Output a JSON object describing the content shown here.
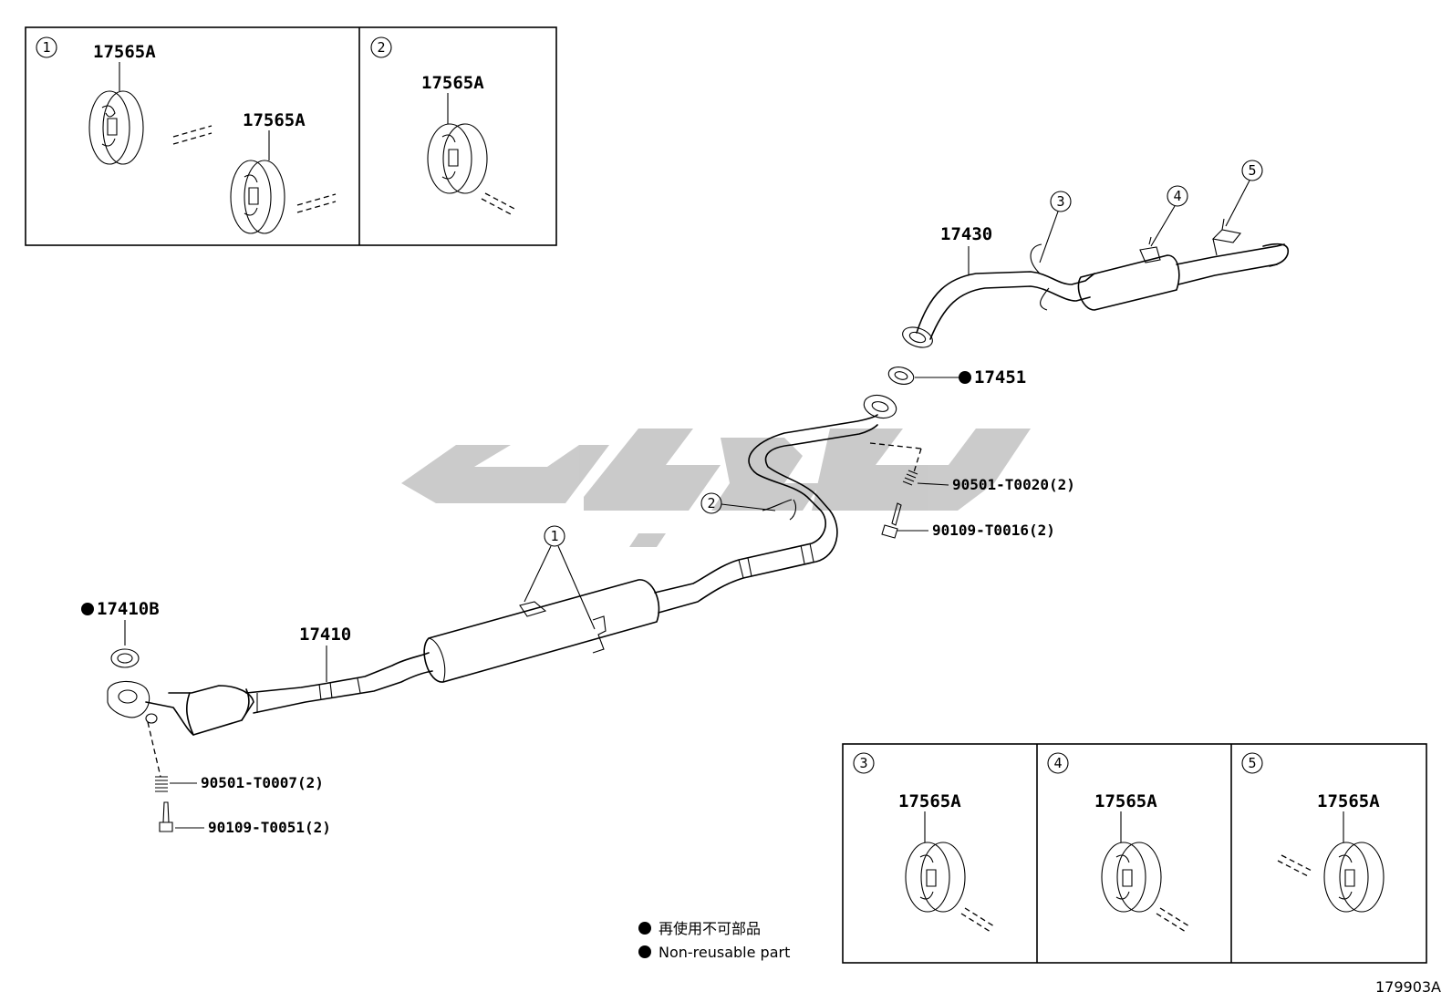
{
  "parts": {
    "front_pipe": "17410",
    "front_gasket": "17410B",
    "tail_pipe": "17430",
    "tail_gasket": "17451",
    "hanger": "17565A",
    "spring_front": "90501-T0007(2)",
    "bolt_front": "90109-T0051(2)",
    "spring_rear": "90501-T0020(2)",
    "bolt_rear": "90109-T0016(2)"
  },
  "callouts": [
    "1",
    "2",
    "3",
    "4",
    "5"
  ],
  "legend": {
    "jp": "再使用不可部品",
    "en": "Non-reusable part"
  },
  "diagram_code": "179903A",
  "colors": {
    "ink": "#000000",
    "watermark": "#c8c8c8",
    "background": "#ffffff"
  }
}
